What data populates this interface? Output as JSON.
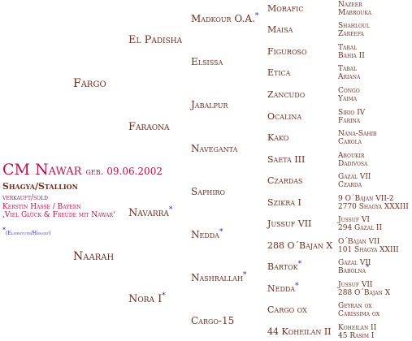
{
  "horse": {
    "name": "CM Nawar",
    "born": "geb. 09.06.2002",
    "breed": "Shagya/Stallion",
    "status": "verkauft/sold",
    "buyer": "Kerstin Hasse / Bayern",
    "wish": "‚Viel Glück & Freude mit Nawar‘",
    "legend": "(Elitestute/Hengst)"
  },
  "sire": {
    "name": "Fargo"
  },
  "dam": {
    "name": "Naarah"
  },
  "gen2": [
    {
      "name": "El Padisha"
    },
    {
      "name": "Faraona"
    },
    {
      "name": "Navarra",
      "star": "*"
    },
    {
      "name": "Nora I",
      "star": "*"
    }
  ],
  "gen3": [
    {
      "name": "Madkour O.A.",
      "star": "*"
    },
    {
      "name": "Elsissa"
    },
    {
      "name": "Jabalpur"
    },
    {
      "name": "Naveganta"
    },
    {
      "name": "Saphiro"
    },
    {
      "name": "Nedda",
      "star": "*"
    },
    {
      "name": "Nashrallah",
      "star": "*"
    },
    {
      "name": "Cargo-15"
    }
  ],
  "gen4": [
    {
      "name": "Morafic"
    },
    {
      "name": "Maisa"
    },
    {
      "name": "Figuroso"
    },
    {
      "name": "Etica"
    },
    {
      "name": "Zancudo"
    },
    {
      "name": "Ocalina"
    },
    {
      "name": "Kako"
    },
    {
      "name": "Saeta III"
    },
    {
      "name": "Czardas"
    },
    {
      "name": "Szikra I"
    },
    {
      "name": "Jussuf VII"
    },
    {
      "name": "288 O´Bajan X"
    },
    {
      "name": "Bartok",
      "star": "*"
    },
    {
      "name": "Nedda",
      "star": "*"
    },
    {
      "name": "Cargo ox"
    },
    {
      "name": "44 Koheilan II"
    }
  ],
  "gen5": [
    {
      "line1": "Nazeer",
      "line2": "Mabrouka"
    },
    {
      "line1": "Shahloul",
      "line2": "Zareefa"
    },
    {
      "line1": "Tabal",
      "line2": "Bahia II"
    },
    {
      "line1": "Tabal",
      "line2": "Ariana"
    },
    {
      "line1": "Congo",
      "line2": "Yaima"
    },
    {
      "line1": "Sirio IV",
      "line2": "Farina"
    },
    {
      "line1": "Nana-Sahib",
      "line2": "Carola"
    },
    {
      "line1": "Aboukir",
      "line2": "Dadivosa"
    },
    {
      "line1": "Gazal VII",
      "line2": "Czarda"
    },
    {
      "line1": "9 O´Bajan VII-2",
      "line2": "2770 Shagya XXXIII"
    },
    {
      "line1": "Jussuf VI",
      "line2": "294 Gazal II"
    },
    {
      "line1": "O´Bajan VII",
      "line2": "101 Shagya XXIII"
    },
    {
      "line1": "Gazal VII",
      "line2": "Babolna",
      "star2": "*"
    },
    {
      "line1": "Jussuf VII",
      "line2": "288 O´Bajan X"
    },
    {
      "line1": "Geyran ox",
      "line2": "Carissima ox"
    },
    {
      "line1": "Koheilan II",
      "line2": "45 Rasim I"
    }
  ]
}
